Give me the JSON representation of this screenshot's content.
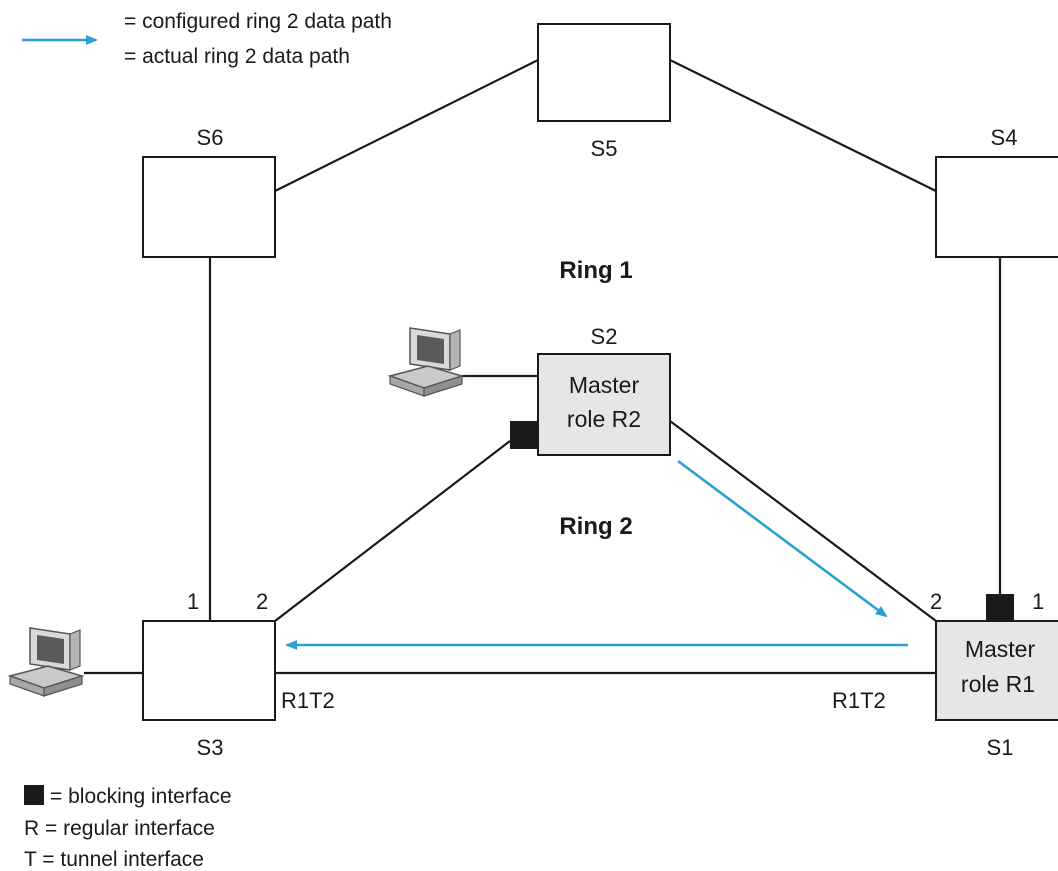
{
  "legend": {
    "configured_path": "= configured ring 2 data path",
    "actual_path": "= actual ring 2 data path",
    "blocking": "= blocking interface",
    "regular": "R = regular interface",
    "tunnel": "T = tunnel interface"
  },
  "rings": {
    "ring1": "Ring 1",
    "ring2": "Ring 2"
  },
  "switches": {
    "s1": {
      "name": "S1",
      "line1": "Master",
      "line2": "role R1"
    },
    "s2": {
      "name": "S2",
      "line1": "Master",
      "line2": "role R2"
    },
    "s3": {
      "name": "S3"
    },
    "s4": {
      "name": "S4"
    },
    "s5": {
      "name": "S5"
    },
    "s6": {
      "name": "S6"
    }
  },
  "ports": {
    "s3_port1": "1",
    "s3_port2": "2",
    "s1_port2": "2",
    "s1_port1": "1",
    "s3_tunnel": "R1T2",
    "s1_tunnel": "R1T2"
  },
  "colors": {
    "data_path": "#2a9fd6",
    "master_fill": "#e6e6e6",
    "blocking": "#1a1a1a"
  },
  "icons": {
    "s2_host": "computer-icon",
    "s3_host": "computer-icon"
  }
}
